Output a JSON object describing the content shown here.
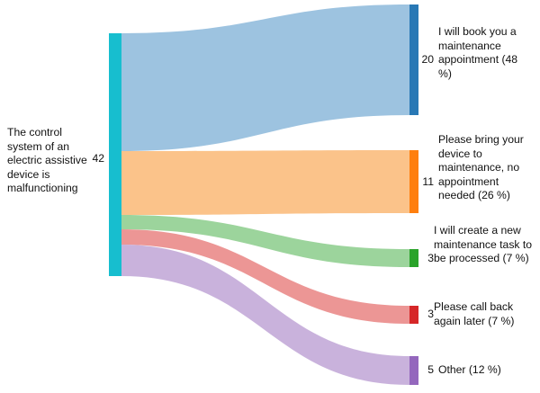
{
  "chart_data": {
    "type": "sankey",
    "title": "",
    "xlabel": "",
    "ylabel": "",
    "total": 42,
    "source": {
      "label": "The control system of an electric assistive device is malfunctioning",
      "value": "42",
      "color": "#17BECF"
    },
    "targets": [
      {
        "label": "I will book you a maintenance appointment (48 %)",
        "value": "20",
        "count": 20,
        "percent": "48 %",
        "node_color": "#2878B5",
        "link_color": "#9DC3E0"
      },
      {
        "label": "Please bring your device to maintenance, no appointment needed (26 %)",
        "value": "11",
        "count": 11,
        "percent": "26 %",
        "node_color": "#FF7F0E",
        "link_color": "#FBC38A"
      },
      {
        "label": "I will create a new maintenance task to be processed (7 %)",
        "value": "3",
        "count": 3,
        "percent": "7 %",
        "node_color": "#29A329",
        "link_color": "#9CD49C"
      },
      {
        "label": "Please call back again later (7 %)",
        "value": "3",
        "count": 3,
        "percent": "7 %",
        "node_color": "#D62728",
        "link_color": "#EC9695"
      },
      {
        "label": "Other (12 %)",
        "value": "5",
        "count": 5,
        "percent": "12 %",
        "node_color": "#9467BD",
        "link_color": "#C9B2DC"
      }
    ],
    "background": "#FFFFFF",
    "grid": false,
    "legend": "none"
  }
}
